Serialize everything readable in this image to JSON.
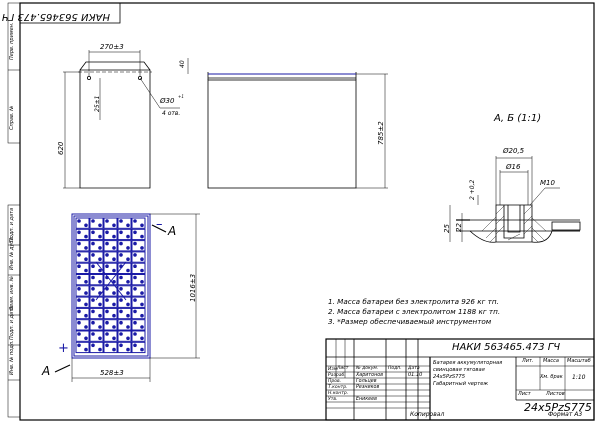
{
  "stamp_rotated": "НАКИ 563465.473 ГЧ",
  "dims": {
    "top_width": "270±3",
    "angle": "40",
    "hole_spacing": "25±1",
    "hole_dia": "Ø30",
    "hole_dia_tol": "+1",
    "hole_count": "4 отв.",
    "body_height": "620",
    "full_height": "785±2",
    "width_bottom": "528±3",
    "length": "1016±3"
  },
  "section_title": "А, Б (1:1)",
  "section_dims": {
    "d_outer": "Ø20,5",
    "d_inner": "Ø16",
    "thread": "M10",
    "h1": "22",
    "h2": "25",
    "tol": "2 +0,2"
  },
  "labels": {
    "a_left": "А",
    "a_right": "А",
    "plus": "+",
    "minus": "–"
  },
  "notes": [
    "1. Масса батареи без электролита 926 кг тп.",
    "2. Масса батареи с электролитом 1188 кг тп.",
    "3. *Размер обеспечиваемый инструментом"
  ],
  "title_block": {
    "doc_number": "НАКИ 563465.473 ГЧ",
    "name_lines": [
      "Батарея аккумуляторная",
      "свинцовая тяговая",
      "24х5PzS775",
      "Габаритный чертеж"
    ],
    "col_lit": "Лит.",
    "col_mass": "Масса",
    "col_scale": "Масштаб",
    "scale": "1:10",
    "sheet": "Лист",
    "sheets": "Листов",
    "designation": "24х5PzS775",
    "rows": [
      "Изм.",
      "Разраб.",
      "Пров.",
      "Т.контр.",
      "Н.контр.",
      "Утв."
    ],
    "names": [
      "Харитонов",
      "Гольцев",
      "Резников",
      "",
      "Еникеев"
    ],
    "col_headers": [
      "Лист",
      "№ докум.",
      "Подп.",
      "Дата"
    ],
    "date": "01.10",
    "org": "Хм. брак",
    "copied": "Копировал",
    "format": "Формат  А3"
  },
  "side_labels": [
    "Перв. примен.",
    "Справ. №",
    "Подп. и дата",
    "Инв. № дубл.",
    "Взам. инв. №",
    "Подп. и дата",
    "Инв. № подл."
  ]
}
